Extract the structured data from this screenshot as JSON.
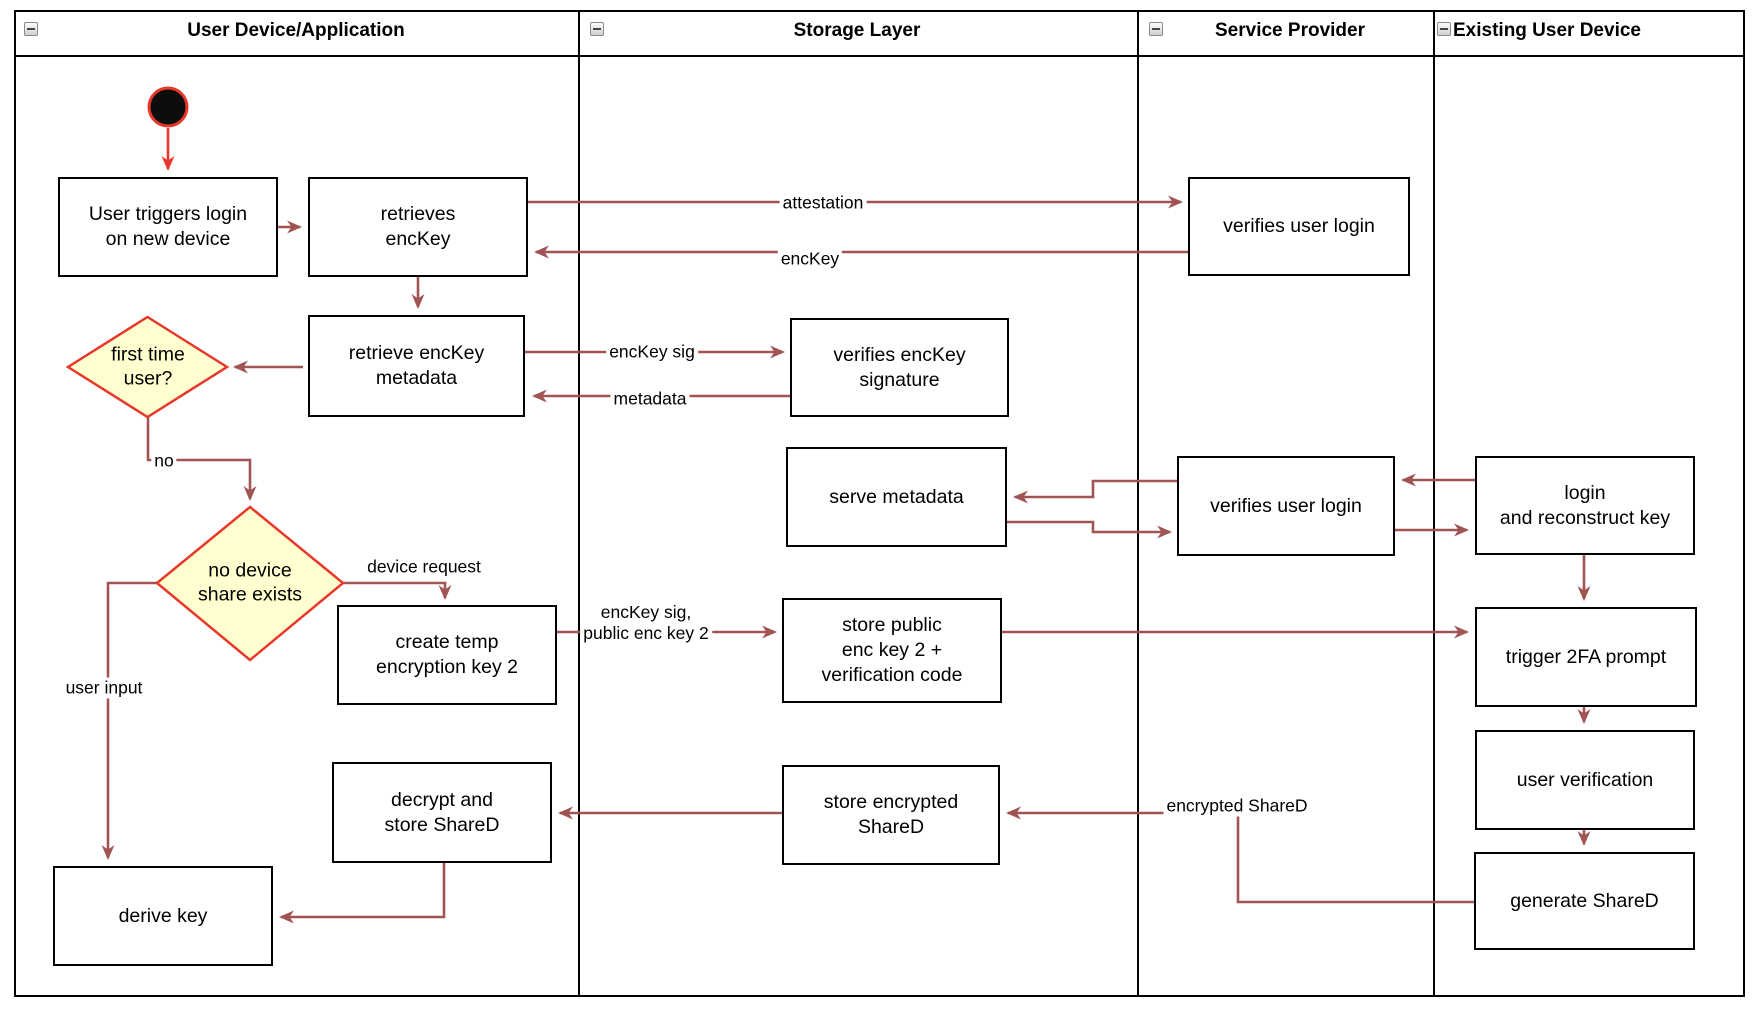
{
  "lanes": [
    {
      "title": "User Device/Application"
    },
    {
      "title": "Storage Layer"
    },
    {
      "title": "Service Provider"
    },
    {
      "title": "Existing User Device"
    }
  ],
  "nodes": {
    "user_triggers": {
      "label": "User triggers login\non new device"
    },
    "retrieves_enckey": {
      "label": "retrieves\nencKey"
    },
    "retrieve_metadata": {
      "label": "retrieve encKey\nmetadata"
    },
    "first_time": {
      "label": "first time\nuser?"
    },
    "no_device_share": {
      "label": "no device\nshare exists"
    },
    "create_temp": {
      "label": "create temp\nencryption key 2"
    },
    "decrypt_store": {
      "label": "decrypt and\nstore ShareD"
    },
    "derive_key": {
      "label": "derive key"
    },
    "verifies_signature": {
      "label": "verifies encKey\nsignature"
    },
    "serve_metadata": {
      "label": "serve metadata"
    },
    "store_public": {
      "label": "store public\nenc key 2 +\nverification code"
    },
    "store_encrypted": {
      "label": "store encrypted\nShareD"
    },
    "verifies_login_top": {
      "label": "verifies user login"
    },
    "verifies_login_mid": {
      "label": "verifies user login"
    },
    "login_reconstruct": {
      "label": "login\nand reconstruct key"
    },
    "trigger_2fa": {
      "label": "trigger 2FA prompt"
    },
    "user_verification": {
      "label": "user verification"
    },
    "generate_shared": {
      "label": "generate ShareD"
    }
  },
  "edge_labels": {
    "attestation": {
      "label": "attestation"
    },
    "enckey": {
      "label": "encKey"
    },
    "enckey_sig": {
      "label": "encKey sig"
    },
    "metadata": {
      "label": "metadata"
    },
    "no": {
      "label": "no"
    },
    "device_request": {
      "label": "device request"
    },
    "user_input": {
      "label": "user input"
    },
    "enckey_sig_pub2": {
      "label": "encKey sig,\npublic enc key 2"
    },
    "encrypted_shared": {
      "label": "encrypted ShareD"
    }
  },
  "colors": {
    "arrow": "#a15454",
    "accent_red": "#e8382b",
    "decision_fill": "#ffffcf",
    "box_border": "#000000",
    "start_node_fill": "#0d0d0d"
  }
}
